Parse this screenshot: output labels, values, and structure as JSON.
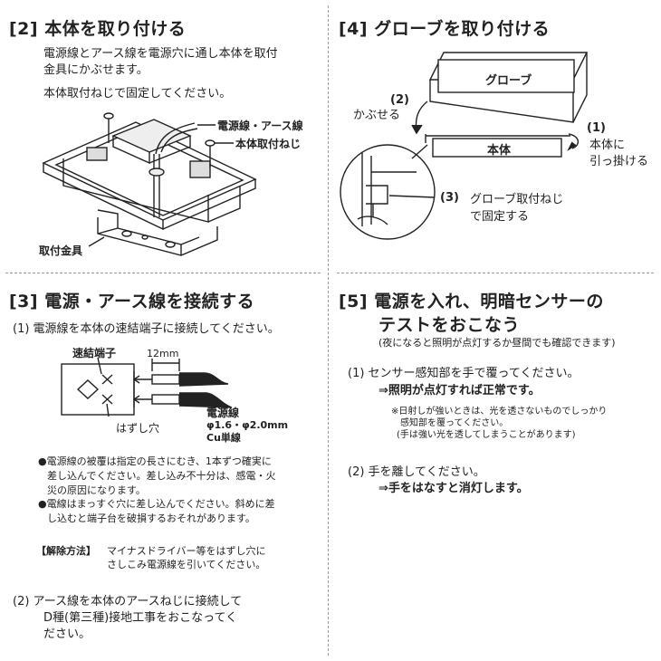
{
  "s2": {
    "heading": "[2] 本体を取り付ける",
    "p1a": "電源線とアース線を電源穴に通し本体を取付",
    "p1b": "金具にかぶせます。",
    "p2": "本体取付ねじで固定してください。",
    "label_wire": "電源線・アース線",
    "label_screw": "本体取付ねじ",
    "label_bracket": "取付金具"
  },
  "s4": {
    "heading": "[4] グローブを取り付ける",
    "globe": "グローブ",
    "body": "本体",
    "step2_num": "(2)",
    "step2_text": "かぶせる",
    "step1_num": "(1)",
    "step1_a": "本体に",
    "step1_b": "引っ掛ける",
    "step3_num": "(3)",
    "step3_a": "グローブ取付ねじ",
    "step3_b": "で固定する"
  },
  "s3": {
    "heading": "[3] 電源・アース線を接続する",
    "item1": "(1) 電源線を本体の速結端子に接続してください。",
    "terminal": "速結端子",
    "dim": "12mm",
    "release_hole": "はずし穴",
    "wire_title": "電源線",
    "wire_spec": "φ1.6・φ2.0mm",
    "wire_type": "Cu単線",
    "note1a": "●電源線の被覆は指定の長さにむき、1本ずつ確実に",
    "note1b": "差し込んでください。差し込み不十分は、感電・火",
    "note1c": "災の原因になります。",
    "note2a": "●電線はまっすぐ穴に差し込んでください。斜めに差",
    "note2b": "し込むと端子台を破損するおそれがあります。",
    "release_label": "【解除方法】",
    "release_a": "マイナスドライバー等をはずし穴に",
    "release_b": "さしこみ電源線を引いてください。",
    "item2a": "(2) アース線を本体のアースねじに接続して",
    "item2b": "D種(第三種)接地工事をおこなってく",
    "item2c": "ださい。"
  },
  "s5": {
    "heading_a": "[5] 電源を入れ、明暗センサーの",
    "heading_b": "テストをおこなう",
    "sub": "(夜になると照明が点灯するか昼間でも確認できます)",
    "item1": "(1) センサー感知部を手で覆ってください。",
    "item1_result": "⇒照明が点灯すれば正常です。",
    "note_a": "※日射しが強いときは、光を透さないものでしっかり",
    "note_b": "感知部を覆ってください。",
    "note_c": "(手は強い光を透してしまうことがあります)",
    "item2": "(2) 手を離してください。",
    "item2_result": "⇒手をはなすと消灯します。"
  }
}
